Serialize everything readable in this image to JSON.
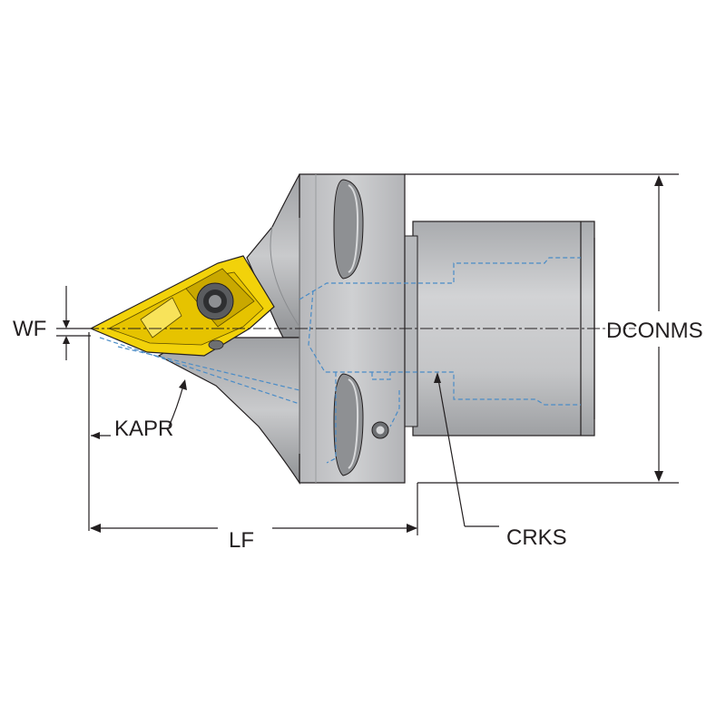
{
  "labels": {
    "wf": "WF",
    "dconms": "DCONMS",
    "kapr": "KAPR",
    "lf": "LF",
    "crks": "CRKS"
  },
  "colors": {
    "body_gray": "#c3c4c6",
    "body_shadow": "#a7a9ac",
    "insert_yellow": "#f2d20a",
    "insert_shadow": "#c9a800",
    "hidden_line_blue": "#4a8cc7",
    "line_black": "#231f20"
  },
  "icons": {
    "screw": "torx-screw-icon"
  }
}
